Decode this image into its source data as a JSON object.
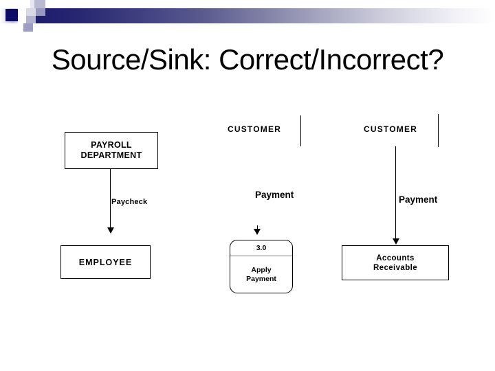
{
  "header": {
    "band_gradient_from": "#1b1b6e",
    "band_gradient_to": "#ffffff",
    "mosaic_accent": "#0d0d66"
  },
  "title": "Source/Sink: Correct/Incorrect?",
  "diagrams": {
    "left": {
      "source_entity": "PAYROLL\nDEPARTMENT",
      "source_entity_line1": "PAYROLL",
      "source_entity_line2": "DEPARTMENT",
      "flow_label": "Paycheck",
      "sink_entity": "EMPLOYEE"
    },
    "middle": {
      "source_entity": "CUSTOMER",
      "flow_label": "Payment",
      "process_id": "3.0",
      "process_name_line1": "Apply",
      "process_name_line2": "Payment"
    },
    "right": {
      "source_entity": "CUSTOMER",
      "flow_label": "Payment",
      "sink_entity_line1": "Accounts",
      "sink_entity_line2": "Receivable"
    }
  }
}
